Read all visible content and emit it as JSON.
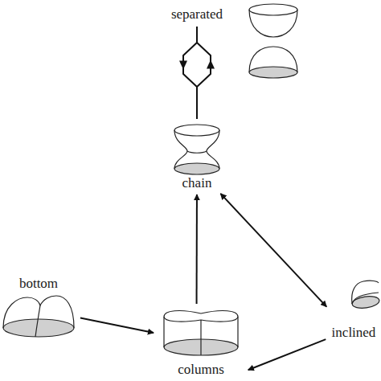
{
  "diagram": {
    "nodes": [
      {
        "text": [
          "separated"
        ]
      },
      {
        "text": [
          "chain"
        ]
      },
      {
        "text": [
          "bottom"
        ]
      },
      {
        "text": [
          "columns"
        ]
      },
      {
        "text": [
          "inclined"
        ]
      }
    ],
    "edges": [
      {
        "from": 1,
        "to": 0,
        "arrow": "both"
      },
      {
        "from": 2,
        "to": 3,
        "arrow": "to"
      },
      {
        "from": 3,
        "to": 1,
        "arrow": "to"
      },
      {
        "from": 1,
        "to": 4,
        "arrow": "both"
      },
      {
        "from": 4,
        "to": 3,
        "arrow": "to"
      }
    ]
  }
}
